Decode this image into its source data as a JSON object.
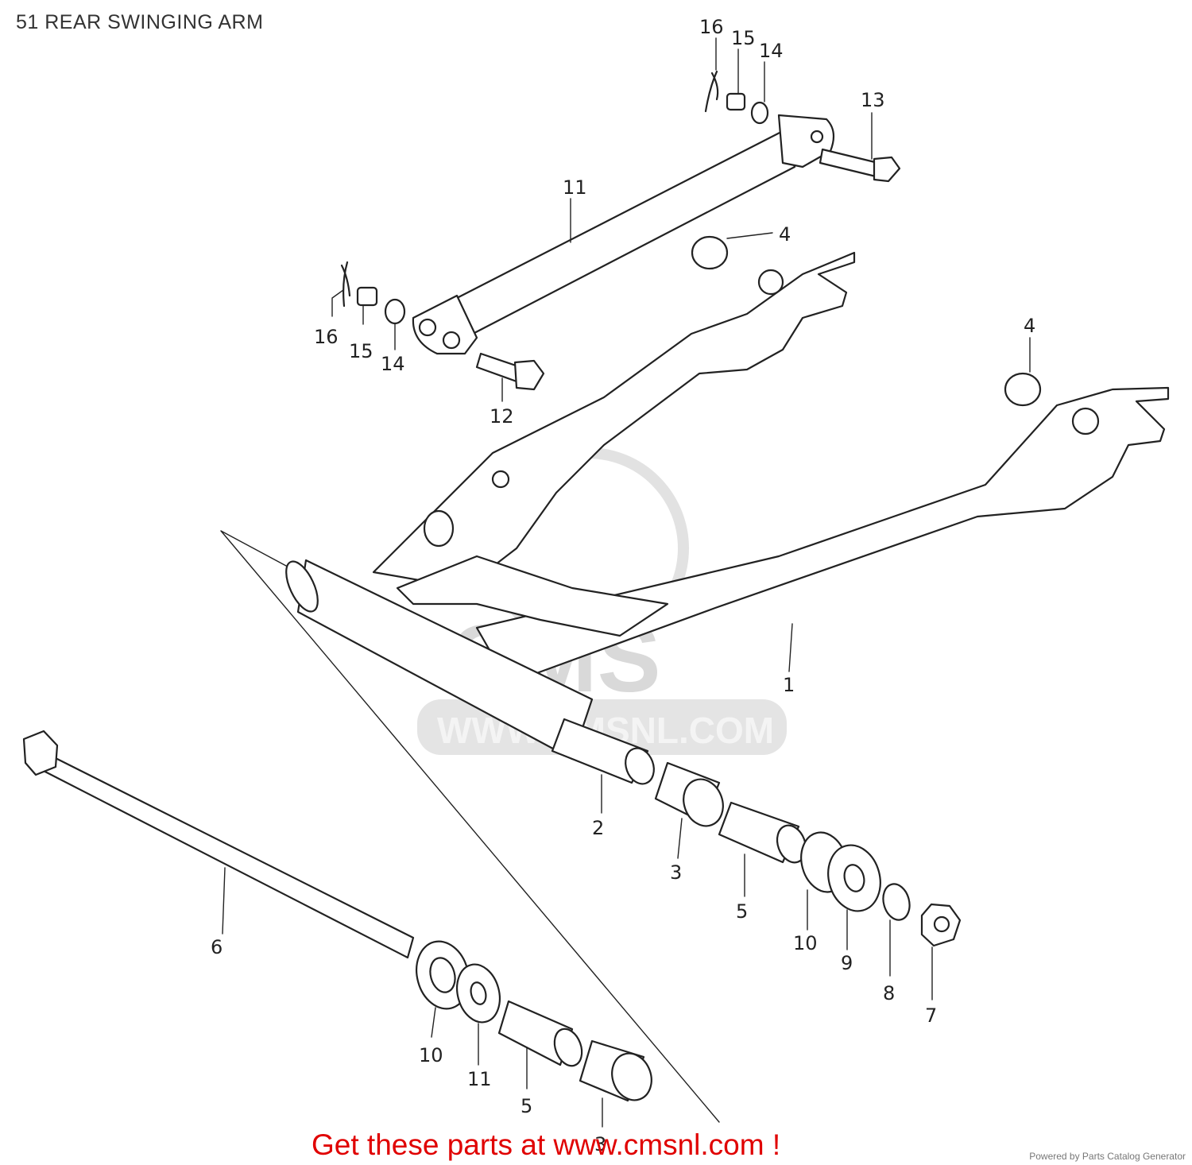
{
  "page": {
    "title": "51 REAR SWINGING ARM",
    "cta": "Get these parts at www.cmsnl.com !",
    "powered": "Powered by Parts Catalog Generator"
  },
  "watermark": {
    "logo_text": "CMS",
    "url_text": "WWW.CMSNL.COM"
  },
  "callouts": [
    {
      "id": "c16a",
      "text": "16"
    },
    {
      "id": "c15a",
      "text": "15"
    },
    {
      "id": "c14a",
      "text": "14"
    },
    {
      "id": "c13",
      "text": "13"
    },
    {
      "id": "c11a",
      "text": "11"
    },
    {
      "id": "c4a",
      "text": "4"
    },
    {
      "id": "c16b",
      "text": "16"
    },
    {
      "id": "c15b",
      "text": "15"
    },
    {
      "id": "c14b",
      "text": "14"
    },
    {
      "id": "c12",
      "text": "12"
    },
    {
      "id": "c4b",
      "text": "4"
    },
    {
      "id": "c1",
      "text": "1"
    },
    {
      "id": "c2",
      "text": "2"
    },
    {
      "id": "c3a",
      "text": "3"
    },
    {
      "id": "c5a",
      "text": "5"
    },
    {
      "id": "c10a",
      "text": "10"
    },
    {
      "id": "c9",
      "text": "9"
    },
    {
      "id": "c8",
      "text": "8"
    },
    {
      "id": "c7",
      "text": "7"
    },
    {
      "id": "c6",
      "text": "6"
    },
    {
      "id": "c10b",
      "text": "10"
    },
    {
      "id": "c11b",
      "text": "11"
    },
    {
      "id": "c5b",
      "text": "5"
    },
    {
      "id": "c3b",
      "text": "3"
    }
  ]
}
